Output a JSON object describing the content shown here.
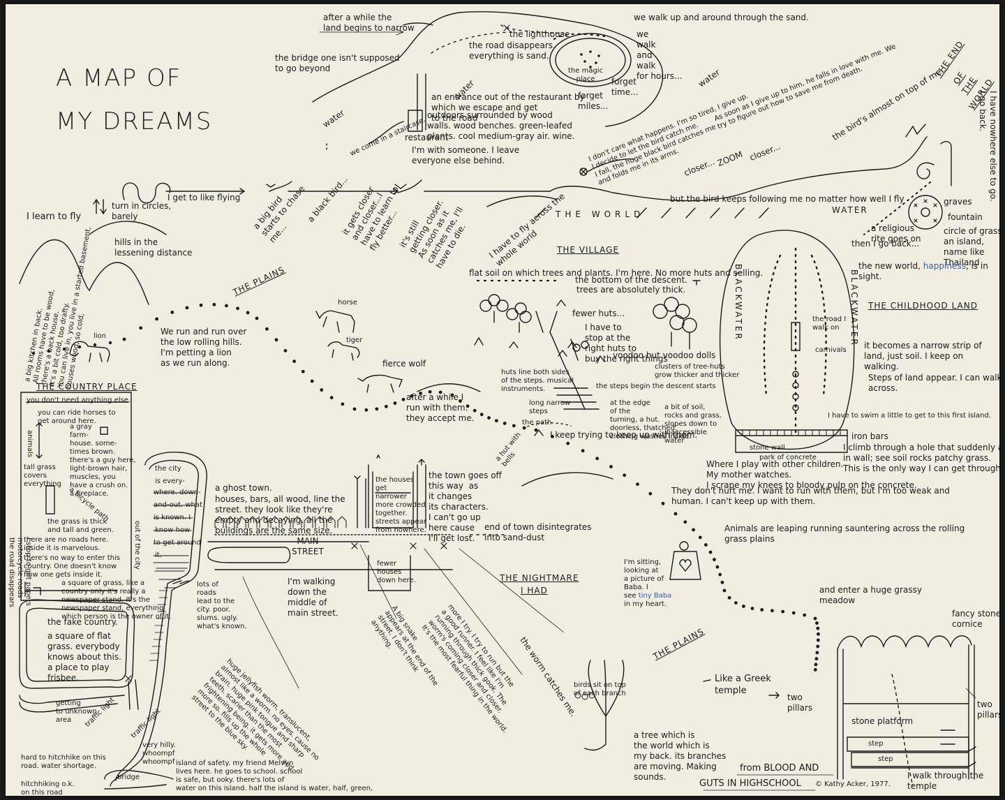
{
  "title": [
    "A MAP OF",
    "MY DREAMS"
  ],
  "headings": {
    "country_place": "THE COUNTRY PLACE",
    "village": "THE VILLAGE",
    "childhood_land": "THE CHILDHOOD LAND",
    "nightmare": [
      "THE NIGHTMARE",
      "I HAD"
    ],
    "plains_top": "THE PLAINS",
    "plains_bottom": "THE PLAINS",
    "world": "THE WORLD",
    "end_of_world": [
      "THE END",
      "OF",
      "THE",
      "WORLD"
    ]
  },
  "top": {
    "land_narrow": "after a while the\nland begins to narrow",
    "bridge": "the bridge one isn't supposed\nto go beyond",
    "lighthouse": "the lighthouse",
    "road_disappears": "the road disappears.\neverything is sand.",
    "magic_place": "the magic\nplace",
    "walk_sand": "we walk up and around through the sand.",
    "we_walk": "we\nwalk\nand\nwalk\nfor hours...",
    "forget_time": "forget\ntime...",
    "forget_miles": "forget\nmiles...",
    "water_a": "water",
    "water_b": "water",
    "water_c": "water",
    "entrance": "an entrance out of the restaurant by\nwhich we escape and get\nto the road",
    "outdoors": "outdoors surrounded by wood\nwalls. wood benches. green-leafed\nplants. cool medium-gray air. wine.",
    "restaurant": "restaurant",
    "someone": "I'm with someone. I leave\neveryone else behind.",
    "come_in": "we come in a staircase."
  },
  "flight": {
    "learn_fly": "I learn to fly",
    "turn_circles": "turn in circles,\nbarely",
    "like_flying": "I get to like flying",
    "big_bird": "a big bird\nstarts to chase\nme...",
    "black_bird": "a black bird...",
    "gets_closer": "it gets closer\nand closer...I\nhave to learn to\nfly better...",
    "still_getting": "it's still\ngetting closer.\nAs soon as it\ncatches me, I'll\nhave to die.",
    "across_world": "I have to fly across the\nwhole world",
    "dont_care": "I don't care what happens. I'm so tired, I give up.\nI decide to let the bird catch me.\nI fall, the huge black bird catches me\nand folds me in its arms.",
    "soon_as": "As soon as I give up to him, he falls in love with me. We\ntry to figure out how to save me from death.",
    "closer1": "closer...",
    "zoom": "ZOOM",
    "closer2": "closer...",
    "bird_almost": "the bird's almost on top of me...",
    "bird_keeps": "but the bird keeps following me no matter how well I fly",
    "water": "WATER",
    "nowhere": "I have nowhere else to go.\nI go back.",
    "religious": "a religious\nrite goes on",
    "graves": "graves",
    "fountain": "fountain",
    "circle": "circle of grass,\nan island,\nname like\nThailand",
    "go_back": "then I go back...",
    "new_world_a": "the new world, ",
    "new_world_b": "happiness",
    "new_world_c": ", is in\nsight."
  },
  "plains": {
    "hills": "hills in the\nlessening distance",
    "run": "We run and run over\nthe low rolling hills.\nI'm petting a lion\nas we run along.",
    "lion": "lion",
    "horse": "horse",
    "tiger": "tiger",
    "wolf": "fierce wolf",
    "after_while": "after a while I\nrun with them.\nthey accept me.",
    "basement": "a big kitchen in back.\nAll rooms have to be wood,\nthere's a back house.\nIt's a bit cold, too drafty.\nYou can live in, you live in a started basement,\nhouses wood, so cold,"
  },
  "village": {
    "flat_soil": "flat soil on which trees and plants. I'm here. No more huts and selling.",
    "bottom": "the bottom of the descent.",
    "trees_thick": "trees are absolutely thick.",
    "fewer_huts": "fewer huts...",
    "stop_huts": "I have to\nstop at the\nright huts to\nbuy the right things",
    "voodoo": "voodoo hut voodoo dolls",
    "clusters": "clusters of tree-huts\ngrow thicker and thicker",
    "huts_line": "huts line both sides\nof the steps. musical\ninstruments.",
    "steps_begin": "the steps begin the descent starts",
    "long_steps": "long narrow\nsteps",
    "edge": "at the edge\nof the\nturning, a hut.\ndoorless, thatched.\nclothing washes inside.",
    "bit_soil": "a bit of soil,\nrocks and grass,\nslopes down to\ninaccessible\nwater",
    "path": "the path",
    "hut_bells": "a hut with\nbells",
    "keep_up": "I keep trying to keep up with them."
  },
  "childhood": {
    "black_water": "BLACKWATER",
    "road": "the road I\nwalk on",
    "carnivals": "carnivals",
    "stone_wall": "stone wall",
    "park": "park of concrete",
    "narrow_strip": "it becomes a narrow strip of\nland, just soil. I keep on\nwalking.",
    "steps_land": "Steps of land appear. I can walk\nacross.",
    "swim": "I have to swim a little to get to this first island.",
    "iron_bars": "iron bars",
    "climb": "I climb through a hole that suddenly appears\nin wall; see soil rocks patchy grass.\nThis is the only way I can get through.",
    "play": "Where I play with other children.\nMy mother watches.\nI scrape my knees to bloody pulp on the concrete.",
    "dont_hurt": "They don't hurt me. I want to run with them, but I'm too weak and\nhuman. I can't keep up with them.",
    "animals": "Animals are leaping running sauntering across the rolling\ngrass plains",
    "meadow": "and enter a huge grassy\nmeadow"
  },
  "country": {
    "need": "you don't need anything else.",
    "horses": "you can ride horses to\nget around here.",
    "farmhouse": "a gray\nfarm-\nhouse. some-\ntimes brown.\nthere's a guy here,\nlight-brown hair,\nmuscles, you\nhave a crush on.\na fireplace.",
    "animals": "animals",
    "tall_grass": "tall grass\ncovers\neverything",
    "bicycle": "a bicycle path",
    "grass_thick": "the grass is thick\nand tall and green.",
    "no_roads": "there are no roads here.\ninside it is marvelous.",
    "no_way_a": "there's no way to enter this\ncountry. One doesn't know\nhow one gets inside it.",
    "square_grass": "a square of grass, like a\ncountry only it's really a\nnewspaper stand. It's the\nnewspaper stand, everything\nwhich person is the owner of it.",
    "out_of_city": "out of the city",
    "fake_country": "the fake country.",
    "flat_grass": "a square of flat\ngrass. everybody\nknows about this.\na place to play\nfrisbee.",
    "stop_papers": "I stop to get papers\nmotorcycle roads\nthe road disappears",
    "unknown": "getting\nto unknown\narea",
    "traffic1": "traffic light",
    "traffic2": "traffic light",
    "hitchhike": "hard to hitchhike on this\nroad. water shortage.",
    "hitchhiking_ok": "hitchhiking o.k.\non this road",
    "hilly": "very hilly.\nwhoompf\nwhoompf",
    "bridge": "bridge",
    "island": "island of safety. my friend Melvyn\nlives here. he goes to school. school\nis safe, but ooky. there's lots of\nwater on this island. half the island is water, half, green,"
  },
  "city": {
    "city_boxes": [
      "the city",
      "is every-",
      "where. down-",
      "and-out. what",
      "is known. I",
      "know how",
      "to get around",
      "it."
    ],
    "lots_roads": "lots of\nroads\nlead to the\ncity. poor.\nslums. ugly.\nwhat's known.",
    "ghost_town": "a ghost town.",
    "houses_bars": "houses, bars, all wood, line the\nstreet. they look like they're\nempty and decaying. all the\nbuildings are the same size.",
    "main_street": "MAIN\nSTREET",
    "walking": "I'm walking\ndown the\nmiddle of\nmain street.",
    "houses_narrower": "the houses\nget\nnarrower",
    "more_crowded": "more crowded\ntogether.\nstreets appear\nfrom nowhere.",
    "town_goes": "the town goes off\nthis way  as\nit changes\nits characters.\nI can't go up\nhere cause\nI'll get lost.",
    "end_town": "end of town disintegrates\ninto sand-dust",
    "fewer_houses": "fewer\nhouses\ndown here.",
    "jellyfish": "huge jellyfish worm, translucent,\nalmost like a worm. no eyes. cause no\nbrain. huge pink tongue and sharp\nteeth. scarier than the most\nfrightening being. it gets more and\nmore so. fills up the whole\nstreet to the blue sky.",
    "snake": "A big snake\nappears at the end of the\nstreet. I don't think\nanything.",
    "more_try": "more I try. I try to run but the\na good runner. I feel like I'm\nrunning through thick gook. The\nworm's coming closer and closer.\nIt's the most fearful thing in the world.",
    "worm_catches": "the worm catches me."
  },
  "baba": {
    "sitting_a": "I'm sitting,\nlooking at\na picture of\nBaba. I\nsee ",
    "sitting_b": "tiny Baba",
    "sitting_c": "\nin my heart."
  },
  "bottom": {
    "birds": "birds sit on top\nof each branch",
    "tree": "a tree which is\nthe world which is\nmy back. its branches\nare moving. Making\nsounds.",
    "greek": "Like a Greek\ntemple",
    "two_pillars_a": "two\npillars",
    "two_pillars_b": "two\npillars",
    "fancy_stone": "fancy stone\ncornice",
    "stone_platform": "stone platform",
    "step1": "step",
    "step2": "step",
    "walk_through": "I walk through the\ntemple",
    "credit_a": "from BLOOD AND",
    "credit_b": "GUTS IN HIGHSCHOOL",
    "credit_c": "© Kathy Acker, 1977."
  }
}
